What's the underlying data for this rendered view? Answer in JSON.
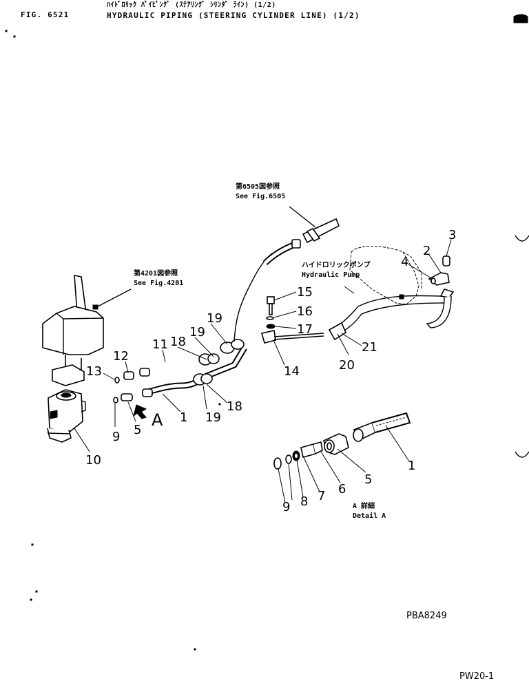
{
  "header": {
    "fig_no": "FIG. 6521",
    "title_jp": "ﾊｲﾄﾞﾛﾘｯｸ ﾊﾟｲﾋﾟﾝｸﾞ (ｽﾃｱﾘﾝｸﾞ ｼﾘﾝﾀﾞ ﾗｲﾝ) (1/2)",
    "title_en": "HYDRAULIC PIPING (STEERING CYLINDER LINE) (1/2)"
  },
  "references": [
    {
      "jp": "第6505図参照",
      "en": "See Fig.6505"
    },
    {
      "jp": "第4201図参照",
      "en": "See Fig.4201"
    },
    {
      "jp": "ハイドロリックポンプ",
      "en": "Hydraulic Pump"
    }
  ],
  "detail_label": {
    "jp": "A 詳細",
    "en": "Detail A"
  },
  "view_marker": "A",
  "callouts": {
    "c1a": "1",
    "c1b": "1",
    "c2": "2",
    "c3": "3",
    "c4": "4",
    "c5a": "5",
    "c5b": "5",
    "c6": "6",
    "c7": "7",
    "c8": "8",
    "c9a": "9",
    "c9b": "9",
    "c10": "10",
    "c11": "11",
    "c12": "12",
    "c13": "13",
    "c14": "14",
    "c15": "15",
    "c16": "16",
    "c17": "17",
    "c18a": "18",
    "c18b": "18",
    "c19a": "19",
    "c19b": "19",
    "c19c": "19",
    "c20": "20",
    "c21": "21"
  },
  "drawing_code": "PBA8249",
  "page_code": "PW20-1"
}
